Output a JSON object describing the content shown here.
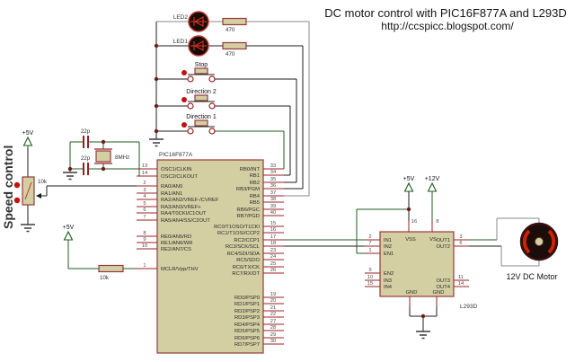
{
  "title": {
    "line1": "DC motor control with PIC16F877A and L293D",
    "line2": "http://ccspicc.blogspot.com/"
  },
  "labels": {
    "speed_control": "Speed control",
    "motor": "12V DC Motor"
  },
  "power": {
    "pot_supply": "+5V",
    "mclr_supply": "+5V",
    "vss_supply": "+5V",
    "vs_supply": "+12V"
  },
  "osc": {
    "cap_top": "22p",
    "cap_bottom": "22p",
    "crystal": "8MHz"
  },
  "pot": {
    "value": "10k"
  },
  "mclr_resistor": {
    "value": "10k"
  },
  "leds": [
    {
      "ref": "LED2",
      "res": "470"
    },
    {
      "ref": "LED1",
      "res": "470"
    }
  ],
  "buttons": [
    {
      "label": "Stop"
    },
    {
      "label": "Direction 2"
    },
    {
      "label": "Direction 1"
    }
  ],
  "pic": {
    "ref": "PIC16F877A",
    "left_pins": [
      {
        "num": "13",
        "name": "OSC1/CLKIN"
      },
      {
        "num": "14",
        "name": "OSC2/CLKOUT"
      },
      {
        "num": "2",
        "name": "RA0/AN0"
      },
      {
        "num": "3",
        "name": "RA1/AN1"
      },
      {
        "num": "4",
        "name": "RA2/AN2/VREF-/CVREF"
      },
      {
        "num": "5",
        "name": "RA3/AN3/VREF+"
      },
      {
        "num": "6",
        "name": "RA4/T0CKI/C1OUT"
      },
      {
        "num": "7",
        "name": "RA5/AN4/SS/C2OUT"
      },
      {
        "num": "8",
        "name": "RE0/AN5/RD"
      },
      {
        "num": "9",
        "name": "RE1/AN6/WR"
      },
      {
        "num": "10",
        "name": "RE2/AN7/CS"
      },
      {
        "num": "1",
        "name": "MCLR/Vpp/THV"
      }
    ],
    "right_pins": [
      {
        "num": "33",
        "name": "RB0/INT"
      },
      {
        "num": "34",
        "name": "RB1"
      },
      {
        "num": "35",
        "name": "RB2"
      },
      {
        "num": "36",
        "name": "RB3/PGM"
      },
      {
        "num": "37",
        "name": "RB4"
      },
      {
        "num": "38",
        "name": "RB5"
      },
      {
        "num": "39",
        "name": "RB6/PGC"
      },
      {
        "num": "40",
        "name": "RB7/PGD"
      },
      {
        "num": "15",
        "name": "RC0/T1OSO/T1CKI"
      },
      {
        "num": "16",
        "name": "RC1/T1OSI/CCP2"
      },
      {
        "num": "17",
        "name": "RC2/CCP1"
      },
      {
        "num": "18",
        "name": "RC3/SCK/SCL"
      },
      {
        "num": "23",
        "name": "RC4/SDI/SDA"
      },
      {
        "num": "24",
        "name": "RC5/SDO"
      },
      {
        "num": "25",
        "name": "RC6/TX/CK"
      },
      {
        "num": "26",
        "name": "RC7/RX/DT"
      },
      {
        "num": "19",
        "name": "RD0/PSP0"
      },
      {
        "num": "20",
        "name": "RD1/PSP1"
      },
      {
        "num": "21",
        "name": "RD2/PSP2"
      },
      {
        "num": "22",
        "name": "RD3/PSP3"
      },
      {
        "num": "27",
        "name": "RD4/PSP4"
      },
      {
        "num": "28",
        "name": "RD5/PSP5"
      },
      {
        "num": "29",
        "name": "RD6/PSP6"
      },
      {
        "num": "30",
        "name": "RD7/PSP7"
      }
    ]
  },
  "l293d": {
    "ref": "L293D",
    "left_pins": [
      {
        "num": "2",
        "name": "IN1"
      },
      {
        "num": "7",
        "name": "IN2"
      },
      {
        "num": "1",
        "name": "EN1"
      },
      {
        "num": "9",
        "name": "EN2"
      },
      {
        "num": "10",
        "name": "IN3"
      },
      {
        "num": "15",
        "name": "IN4"
      }
    ],
    "top_pins": [
      {
        "num": "16",
        "name": "VSS"
      },
      {
        "num": "8",
        "name": "VS"
      }
    ],
    "right_pins": [
      {
        "num": "3",
        "name": "OUT1"
      },
      {
        "num": "6",
        "name": "OUT2"
      },
      {
        "num": "11",
        "name": "OUT3"
      },
      {
        "num": "14",
        "name": "OUT4"
      }
    ],
    "bottom_pins": [
      {
        "name": "GND"
      },
      {
        "name": "GND"
      }
    ]
  },
  "colors": {
    "wire_green": "#1d5c1d",
    "wire_black": "#1c1c1c",
    "wire_gray": "#8a8a8a",
    "pin_stub_red": "#9b1f1f",
    "component_fill": "#d4cea3",
    "component_stroke": "#96393b",
    "junction_dot": "#6e1b1b",
    "led_symbol_red": "#d03020",
    "actuator_red": "#c41010",
    "background": "#ffffff"
  }
}
